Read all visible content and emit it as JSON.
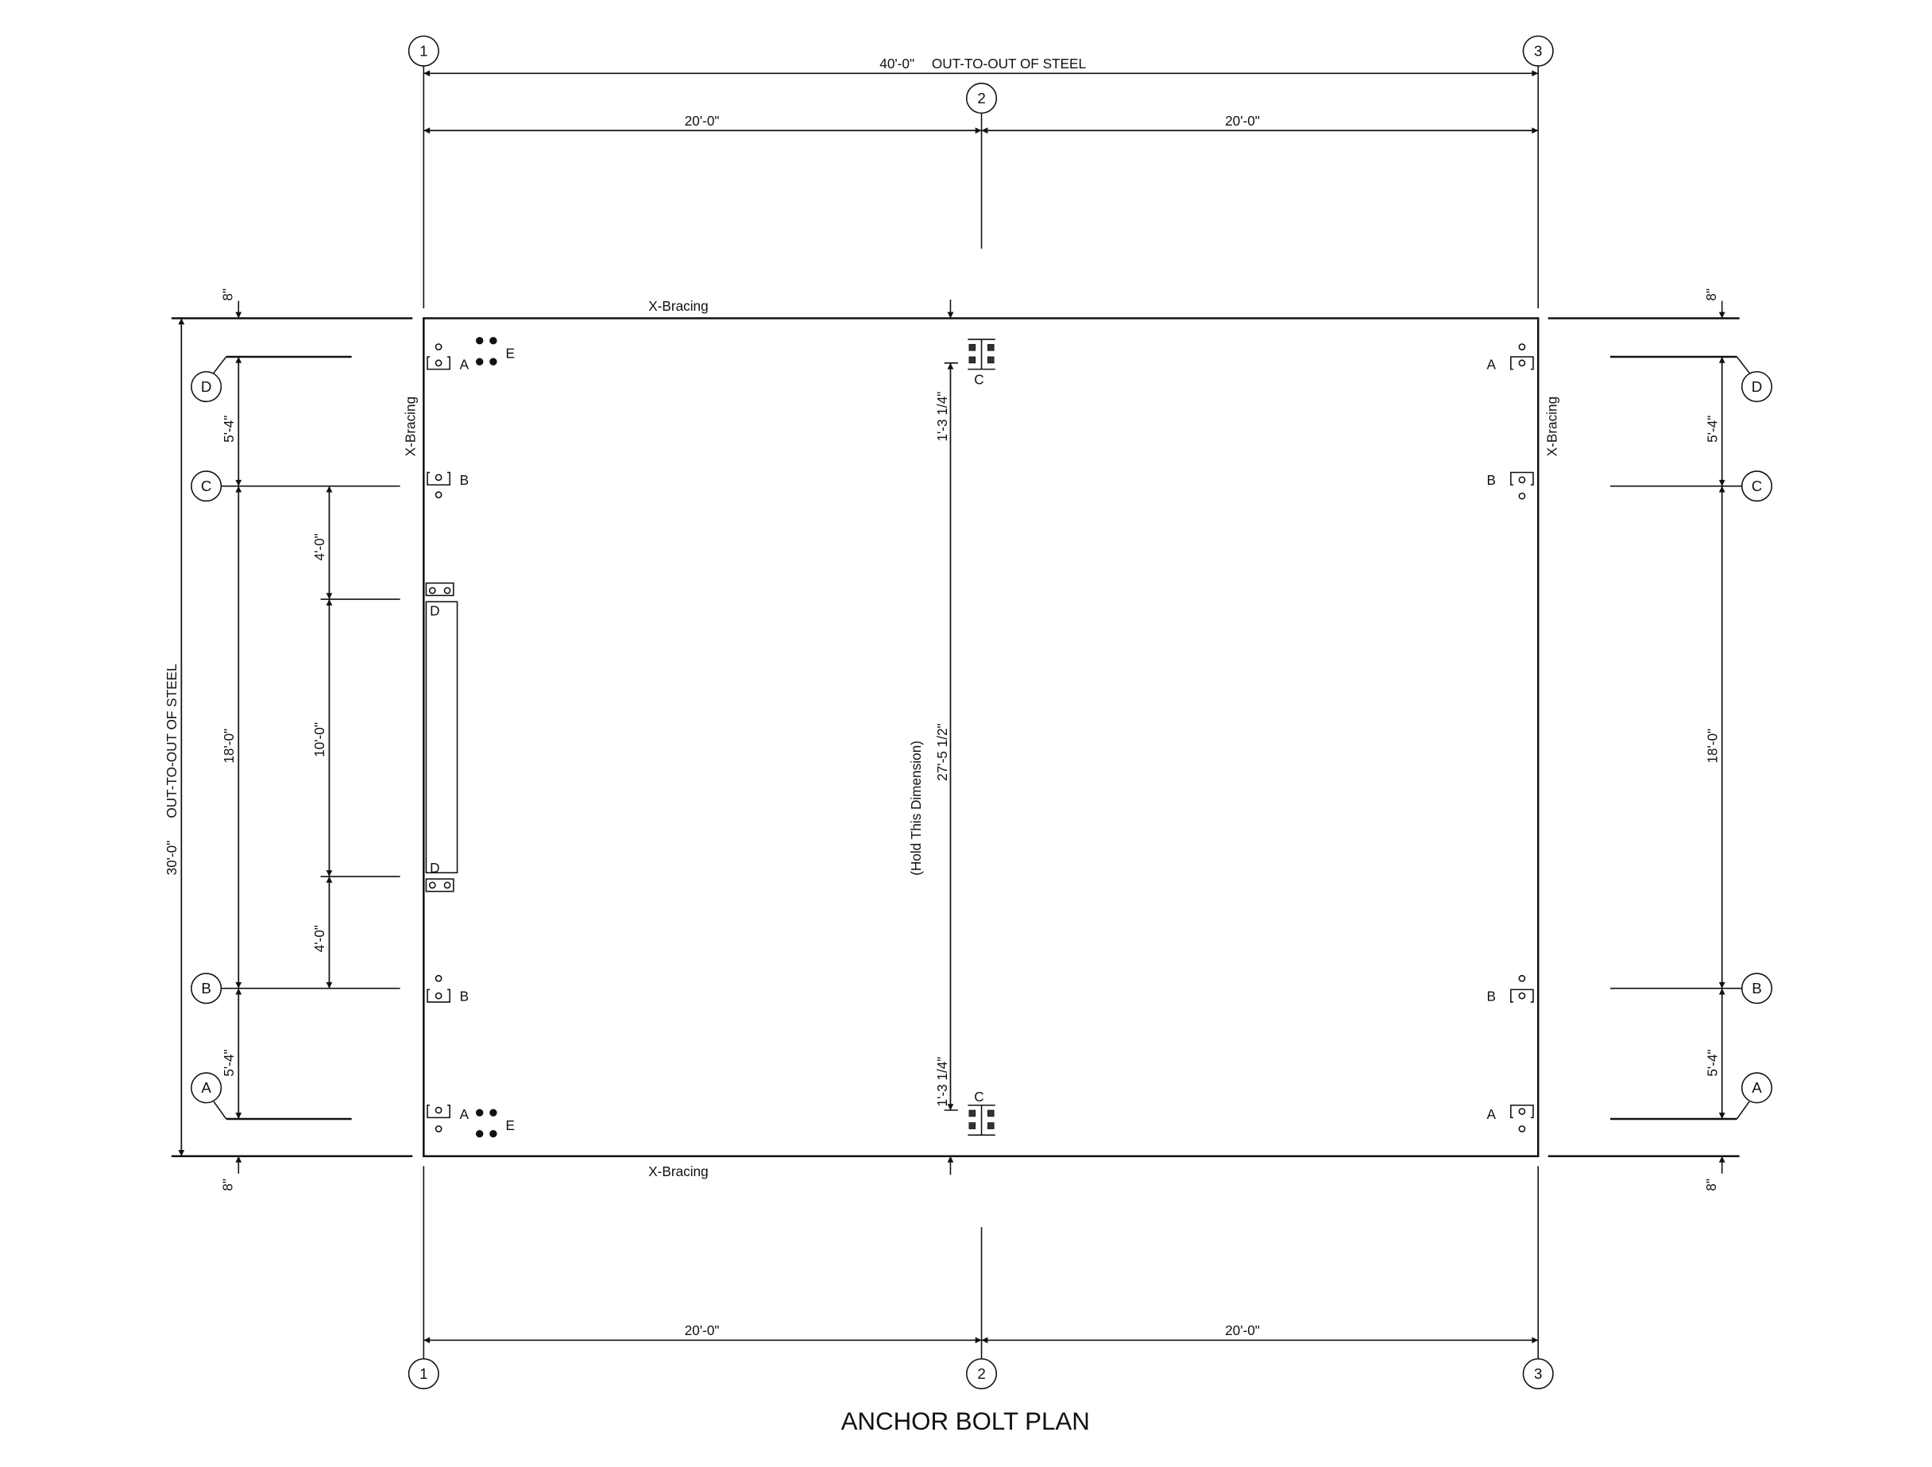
{
  "title": "ANCHOR BOLT PLAN",
  "grid": {
    "columns": [
      "1",
      "2",
      "3"
    ],
    "rows": [
      "D",
      "C",
      "B",
      "A"
    ]
  },
  "dims": {
    "overall_width": "40'-0\"",
    "overall_width_note": "OUT-TO-OUT OF STEEL",
    "bay": "20'-0\"",
    "overall_depth": "30'-0\"",
    "overall_depth_note": "OUT-TO-OUT OF STEEL",
    "edge": "8\"",
    "end_bay": "5'-4\"",
    "mid_bay": "18'-0\"",
    "door_side": "4'-0\"",
    "door_opening": "10'-0\"",
    "col_offset": "1'-3 1/4\"",
    "col_span": "27'-5 1/2\"",
    "hold_note": "(Hold This Dimension)"
  },
  "labels": {
    "x_bracing": "X-Bracing",
    "anchor_a": "A",
    "anchor_b": "B",
    "anchor_c": "C",
    "anchor_d": "D",
    "anchor_e": "E"
  }
}
